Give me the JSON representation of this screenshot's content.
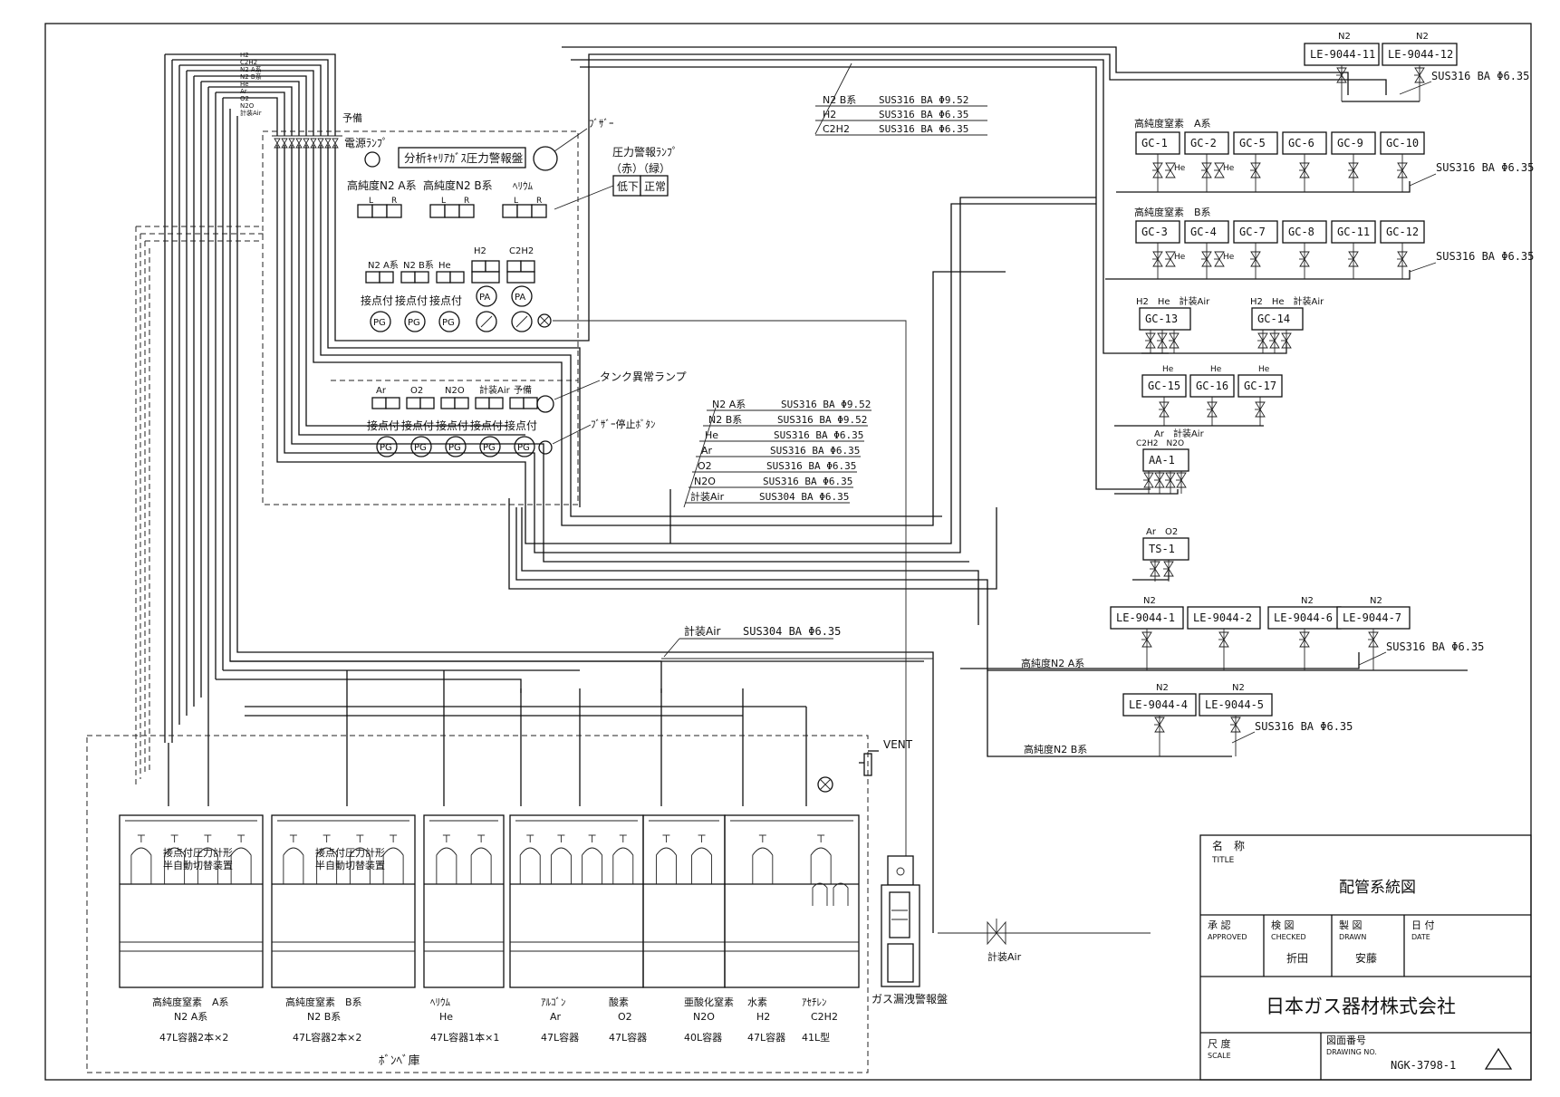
{
  "title_block": {
    "name_label": "名　称",
    "name_label_en": "TITLE",
    "drawing_title": "配管系統図",
    "approved_label": "承 認",
    "approved_label_en": "APPROVED",
    "checked_label": "検 図",
    "checked_label_en": "CHECKED",
    "checked_value": "折田",
    "drawn_label": "製 図",
    "drawn_label_en": "DRAWN",
    "drawn_value": "安藤",
    "date_label": "日 付",
    "date_label_en": "DATE",
    "company": "日本ガス器材株式会社",
    "scale_label": "尺 度",
    "scale_label_en": "SCALE",
    "drawing_no_label": "図面番号",
    "drawing_no_label_en": "DRAWING NO.",
    "drawing_no": "NGK-3798-1"
  },
  "panel": {
    "title": "分析ｷｬﾘｱｶﾞｽ圧力警報盤",
    "power_lamp": "電源ﾗﾝﾌﾟ",
    "buzzer": "ﾌﾞｻﾞｰ",
    "spare_top": "予備",
    "alarm_lamp": "圧力警報ﾗﾝﾌﾟ",
    "alarm_colors": "（赤）（緑）",
    "low": "低下",
    "normal": "正常",
    "group_a": "高純度N2 A系",
    "group_b": "高純度N2 B系",
    "group_he": "ﾍﾘｳﾑ",
    "l": "L",
    "r": "R",
    "row2_labels": [
      "N2 A系",
      "N2 B系",
      "He",
      "H2",
      "C2H2"
    ],
    "contact": "接点付",
    "pg": "PG",
    "pa": "PA",
    "tank_lamp": "タンク異常ランプ",
    "buzzer_stop": "ﾌﾞｻﾞｰ停止ﾎﾞﾀﾝ",
    "row3_labels": [
      "Ar",
      "O2",
      "N2O",
      "計装Air",
      "予備"
    ],
    "line_gases_top": [
      "H2",
      "C2H2",
      "N2 A系",
      "N2 B系",
      "He",
      "Ar",
      "O2",
      "N2O",
      "計装Air"
    ]
  },
  "pipe_specs_top": [
    {
      "gas": "N2 B系",
      "spec": "SUS316 BA Φ9.52"
    },
    {
      "gas": "H2",
      "spec": "SUS316 BA Φ6.35"
    },
    {
      "gas": "C2H2",
      "spec": "SUS316 BA Φ6.35"
    }
  ],
  "pipe_specs_mid": [
    {
      "gas": "N2 A系",
      "spec": "SUS316 BA Φ9.52"
    },
    {
      "gas": "N2 B系",
      "spec": "SUS316 BA Φ9.52"
    },
    {
      "gas": "He",
      "spec": "SUS316 BA Φ6.35"
    },
    {
      "gas": "Ar",
      "spec": "SUS316 BA Φ6.35"
    },
    {
      "gas": "O2",
      "spec": "SUS316 BA Φ6.35"
    },
    {
      "gas": "N2O",
      "spec": "SUS316 BA Φ6.35"
    },
    {
      "gas": "計装Air",
      "spec": "SUS304 BA Φ6.35"
    }
  ],
  "air_spec": {
    "gas": "計装Air",
    "spec": "SUS304 BA Φ6.35"
  },
  "sus_label": "SUS316 BA Φ6.35",
  "right": {
    "le_top": [
      {
        "gas": "N2",
        "id": "LE-9044-11"
      },
      {
        "gas": "N2",
        "id": "LE-9044-12"
      }
    ],
    "group_a_label": "高純度窒素　A系",
    "group_a": [
      "GC-1",
      "GC-2",
      "GC-5",
      "GC-6",
      "GC-9",
      "GC-10"
    ],
    "group_b_label": "高純度窒素　B系",
    "group_b": [
      "GC-3",
      "GC-4",
      "GC-7",
      "GC-8",
      "GC-11",
      "GC-12"
    ],
    "he": "He",
    "gc13_gases": "H2　He　計装Air",
    "gc14_gases": "H2　He　計装Air",
    "gc13": "GC-13",
    "gc14": "GC-14",
    "gc15": "GC-15",
    "gc16": "GC-16",
    "gc17": "GC-17",
    "aa1_gases_1": "Ar　計装Air",
    "aa1_gases_2": "C2H2　N2O",
    "aa1": "AA-1",
    "ts1_gases": "Ar　O2",
    "ts1": "TS-1",
    "le_row1": [
      {
        "gas": "N2",
        "id": "LE-9044-1"
      },
      {
        "gas": "",
        "id": "LE-9044-2"
      },
      {
        "gas": "N2",
        "id": "LE-9044-6"
      },
      {
        "gas": "N2",
        "id": "LE-9044-7"
      }
    ],
    "le_row2": [
      {
        "gas": "N2",
        "id": "LE-9044-4"
      },
      {
        "gas": "N2",
        "id": "LE-9044-5"
      }
    ],
    "main_a": "高純度N2 A系",
    "main_b": "高純度N2 B系",
    "air_out": "計装Air"
  },
  "storage": {
    "title": "ﾎﾞﾝﾍﾞ庫",
    "vent": "VENT",
    "leak_panel": "ガス漏洩警報盤",
    "switcher_1": "接点付圧力計形",
    "switcher_2": "半自動切替装置",
    "cabinets": [
      {
        "name": "高純度窒素　A系",
        "gas": "N2 A系",
        "vol": "47L容器2本×2"
      },
      {
        "name": "高純度窒素　B系",
        "gas": "N2 B系",
        "vol": "47L容器2本×2"
      },
      {
        "name": "ﾍﾘｳﾑ",
        "gas": "He",
        "vol": "47L容器1本×1"
      },
      {
        "name": "ｱﾙｺﾞﾝ",
        "gas": "Ar",
        "vol": "47L容器"
      },
      {
        "name": "酸素",
        "gas": "O2",
        "vol": "47L容器"
      },
      {
        "name": "亜酸化窒素",
        "gas": "N2O",
        "vol": "40L容器"
      },
      {
        "name": "水素",
        "gas": "H2",
        "vol": "47L容器"
      },
      {
        "name": "ｱｾﾁﾚﾝ",
        "gas": "C2H2",
        "vol": "41L型"
      }
    ]
  }
}
